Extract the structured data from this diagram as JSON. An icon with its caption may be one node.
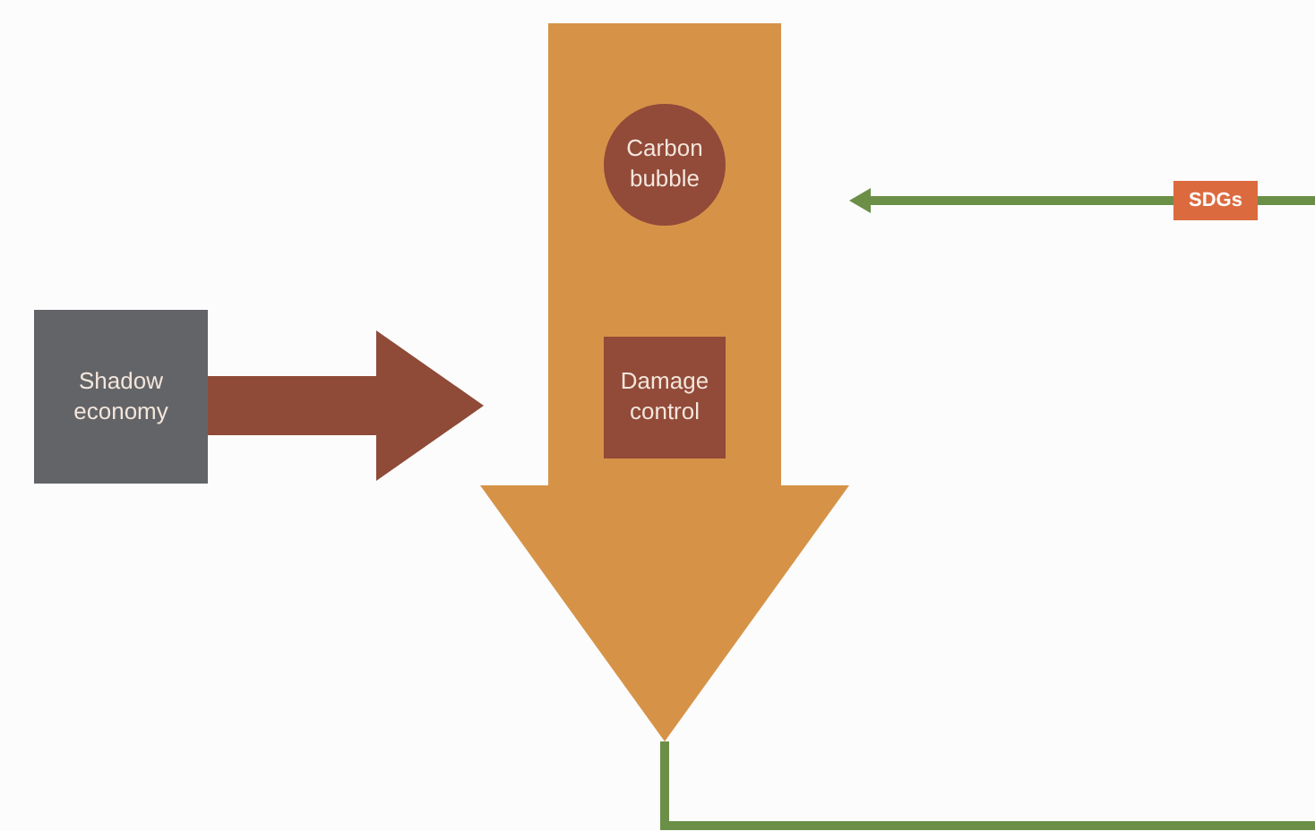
{
  "diagram": {
    "nodes": [
      {
        "text": [],
        "shape": "arrow"
      },
      {
        "text": [
          "Carbon bubble"
        ],
        "in": 0
      },
      {
        "text": [
          "Damage control"
        ],
        "in": 0
      },
      {
        "text": [
          "Shadow economy"
        ]
      },
      {
        "text": [
          "SDGs"
        ]
      }
    ],
    "edges": [
      {
        "from": 3,
        "to": 0,
        "arrow": "to",
        "style": "thick",
        "color": "#8f4a38"
      },
      {
        "from": 4,
        "to": 0,
        "arrow": "to"
      },
      {
        "from": 0,
        "to": 4,
        "arrow": "none"
      }
    ]
  }
}
